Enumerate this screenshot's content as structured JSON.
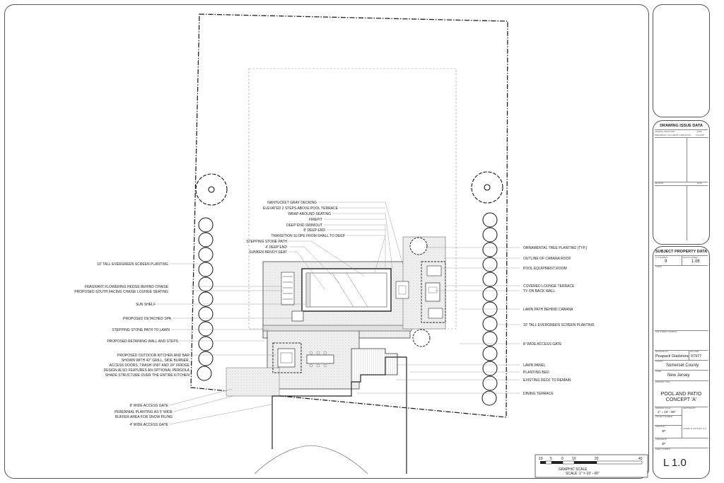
{
  "plan_labels": {
    "left": [
      "10' TALL EVERGREEN SCREEN PLANTING",
      "FRAGRANT FLOWERING HEDGE BEHIND CHAISE",
      "PROPOSED SOUTH FACING CHAISE LOUNGE SEATING",
      "SUN SHELF",
      "PROPOSED DETACHED SPA",
      "STEPPING STONE PATH TO LAWN",
      "PROPOSED RETAINING WALL AND STEPS",
      "PROPOSED OUTDOOR KITCHEN AND BAR",
      "SHOWN WITH 42\" GRILL, SIDE BURNER,",
      "ACCESS DOORS, TRASH UNIT AND 24\" FRIDGE",
      "DESIGN ALSO FEATURES AN OPTIONAL PERGOLA",
      "SHADE STRUCTURE OVER THE ENTIRE KITCHEN",
      "8' WIDE ACCESS GATE",
      "PERENNIAL PLANTING AS 5' WIDE",
      "BUFFER AREA FOR SNOW PILING",
      "4' WIDE ACCESS GATE"
    ],
    "top": [
      "NANTUCKET GRAY DECKING",
      "ELEVATED 2 STEPS ABOVE POOL TERRACE",
      "WRAP AROUND SEATING",
      "FIREPIT",
      "DEEP END SWIMOUT",
      "8' DEEP END",
      "TRANSITION SLOPE FROM SHALL TO DEEP",
      "STEPPING STONE PATH",
      "4' DEEP END",
      "SUNKEN BENCH SEAT"
    ],
    "right": [
      "ORNAMENTAL TREE PLANTING (TYP.)",
      "OUTLINE OF CABANA ROOF",
      "POOL EQUIPMENT ROOM",
      "COVERED LOUNGE TERRACE",
      "TV ON BACK WALL",
      "LAWN PATH BEHIND CABANA",
      "10' TALL EVERGREEN SCREEN PLANTING",
      "8' WIDE ACCESS GATE",
      "LAWN PANEL",
      "PLANTING BED",
      "EXISTING DECK TO REMAIN",
      "DINING TERRACE"
    ]
  },
  "scale_bar": {
    "ticks": [
      "10",
      "5",
      "0",
      "10",
      "20",
      "40"
    ],
    "title": "GRAPHIC SCALE",
    "subtitle": "SCALE: 1\" = 10' - 00\""
  },
  "issue_panel": {
    "title": "DRAWING ISSUE DATA",
    "row1": "ORIGINAL ISSUE DATE",
    "row2": "PRELIMINARY DOCUMENT COMPLETION",
    "col_a": "DATE",
    "col_b": "6-19-2018",
    "revision": "REVISION",
    "revision_col": "DATE"
  },
  "property_panel": {
    "title": "SUBJECT PROPERTY DATA",
    "lot_label": "LOT NUMBER",
    "lot": "9",
    "block_label": "BLOCK NUMBER",
    "block": "1.06",
    "client_label": "CLIENT",
    "street_label": "SITE STREET ADDRESS",
    "municipality_label": "MUNICIPALITY",
    "municipality": "Peapack Gladstone",
    "zip_label": "ZIP CODE",
    "zip": "07977",
    "county_label": "COUNTY",
    "county": "Somerset County",
    "state_label": "STATE",
    "state": "New Jersey",
    "drawing_title_label": "DRAWING TITLE",
    "drawing_title_1": "POOL AND PATIO",
    "drawing_title_2": "CONCEPT 'A'",
    "scale_label": "DRAWING SCALE",
    "scale": "1\" = 10' - 00\"",
    "certified_label": "CERTIFIED BY",
    "project_label": "PROJECT NUMBER",
    "drawn_label": "DRAWN BY",
    "drawn": "JP",
    "firm": "JOSEPH R. POLACEK, LLA",
    "checked_label": "CHECKED BY",
    "checked": "JP",
    "sheet_label": "SHEET NUMBER",
    "sheet": "L 1.0"
  }
}
